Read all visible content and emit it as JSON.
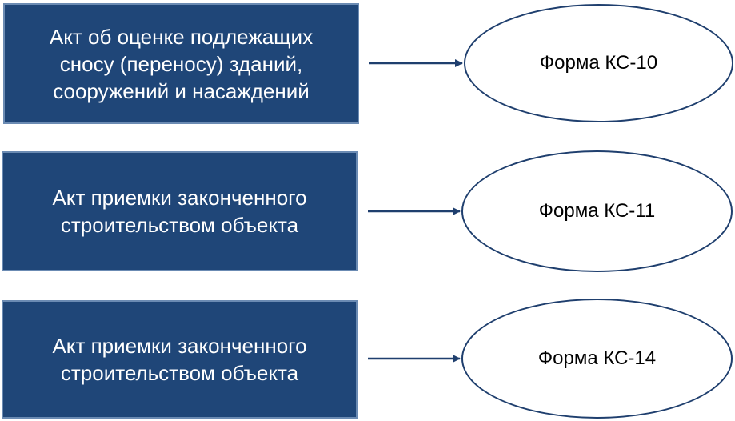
{
  "rows": [
    {
      "document": "Акт об оценке подлежащих\nсносу (переносу) зданий,\nсооружений и насаждений",
      "form": "Форма КС-10"
    },
    {
      "document": "Акт приемки законченного\nстроительством объекта",
      "form": "Форма КС-11"
    },
    {
      "document": "Акт приемки законченного\nстроительством объекта",
      "form": "Форма КС-14"
    }
  ],
  "colors": {
    "box_fill": "#1f4678",
    "box_border": "#6b8bb3",
    "oval_border": "#1f3f6e",
    "arrow": "#1f3f6e"
  }
}
